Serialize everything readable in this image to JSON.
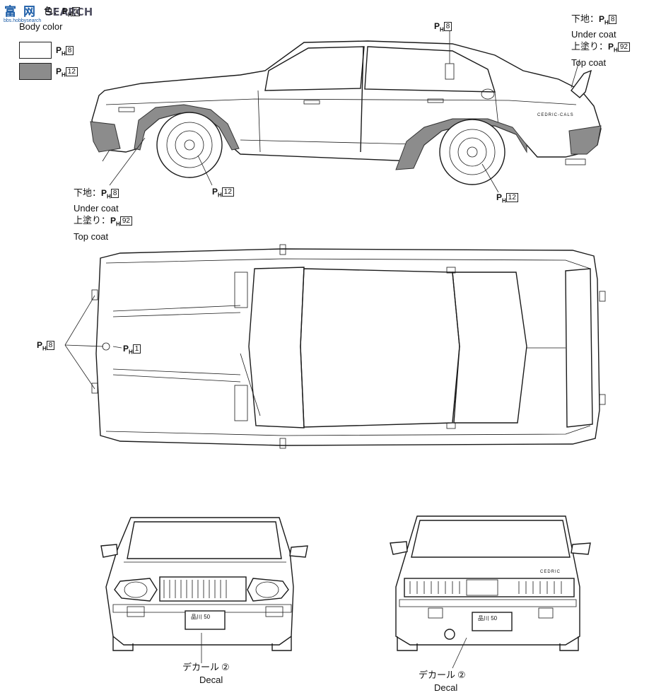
{
  "watermark": {
    "brand_cn": "富",
    "brand_cn2": "网",
    "search": "SEARCH",
    "site": "bbs.hobbysearch"
  },
  "legend": {
    "title_jp": "色：",
    "title_en": "Body color",
    "items": [
      {
        "swatch": "#ffffff",
        "code": "8"
      },
      {
        "swatch": "#8c8c8c",
        "code": "12"
      }
    ],
    "title_code": "1"
  },
  "paint_prefix": "P",
  "paint_sub": "H",
  "side_view": {
    "top_code": "8",
    "rear_spoiler": {
      "under_jp": "下地：",
      "under_code": "8",
      "under_en": "Under coat",
      "top_jp": "上塗り：",
      "top_code": "92",
      "top_en": "Top coat"
    },
    "front_flare": {
      "under_jp": "下地：",
      "under_code": "8",
      "under_en": "Under coat",
      "top_jp": "上塗り：",
      "top_code": "92",
      "top_en": "Top coat"
    },
    "front_wheel_code": "12",
    "rear_wheel_code": "12",
    "badge": "CEDRIC-CALS"
  },
  "top_view": {
    "mirror_code": "8",
    "emblem_code": "1"
  },
  "front_view": {
    "decal_jp": "デカール",
    "decal_en": "Decal",
    "decal_num": "②",
    "plate": "品川 50"
  },
  "rear_view": {
    "decal_jp": "デカール",
    "decal_en": "Decal",
    "decal_num": "②",
    "plate": "品川 50",
    "badge": "CEDRIC"
  }
}
